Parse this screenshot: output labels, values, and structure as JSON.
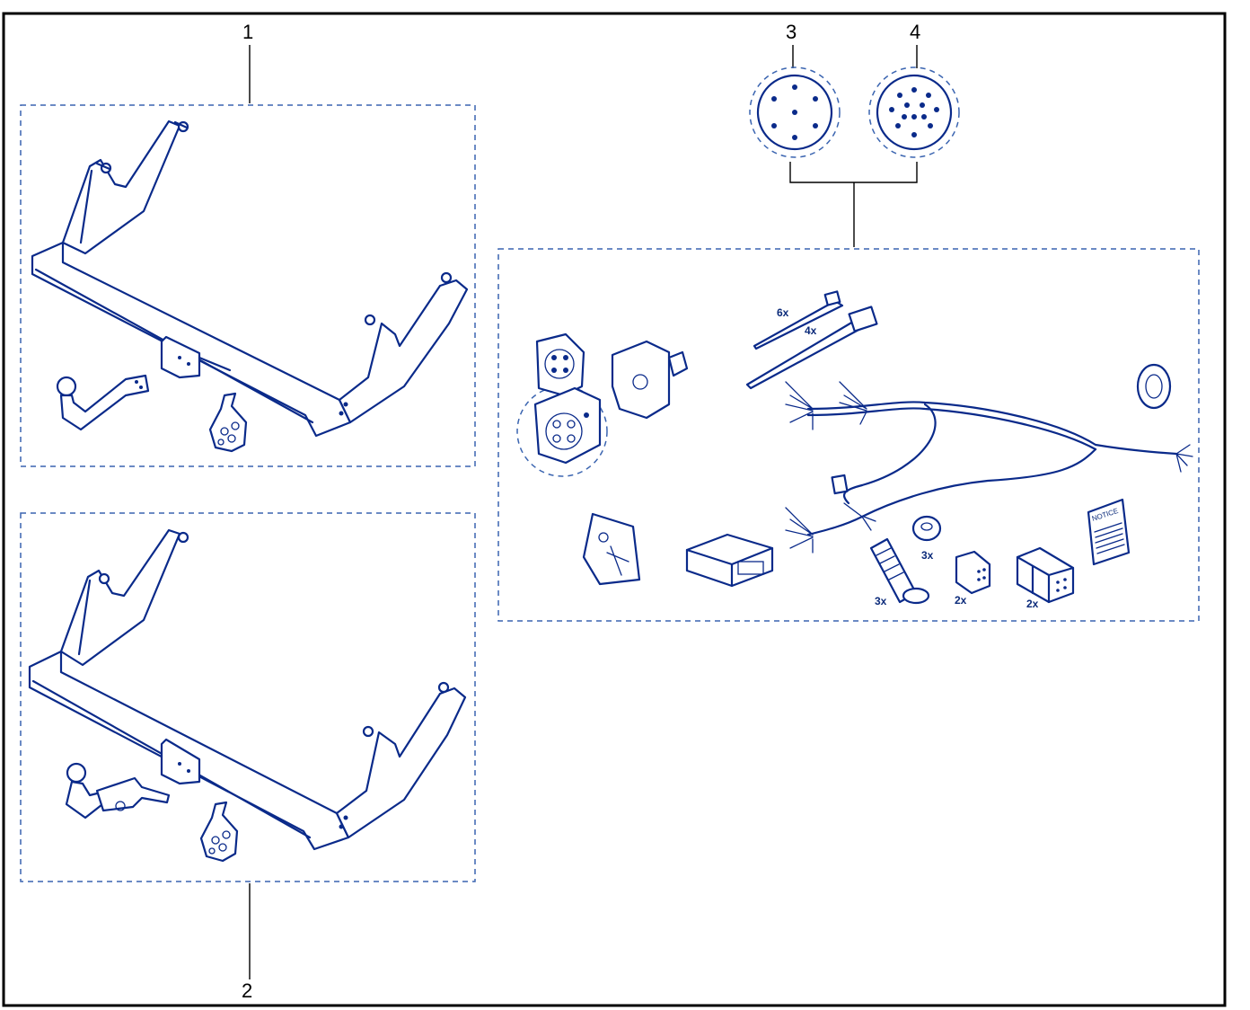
{
  "callouts": {
    "c1": "1",
    "c2": "2",
    "c3": "3",
    "c4": "4"
  },
  "quantities": {
    "ties_small": "6x",
    "ties_large": "4x",
    "nuts": "3x",
    "bolts": "3x",
    "connector_small": "2x",
    "connector_large": "2x"
  },
  "manual": {
    "title": "NOTICE"
  },
  "colors": {
    "ink": "#0a2a8a",
    "dash": "#3a64b0",
    "frame": "#000000"
  }
}
